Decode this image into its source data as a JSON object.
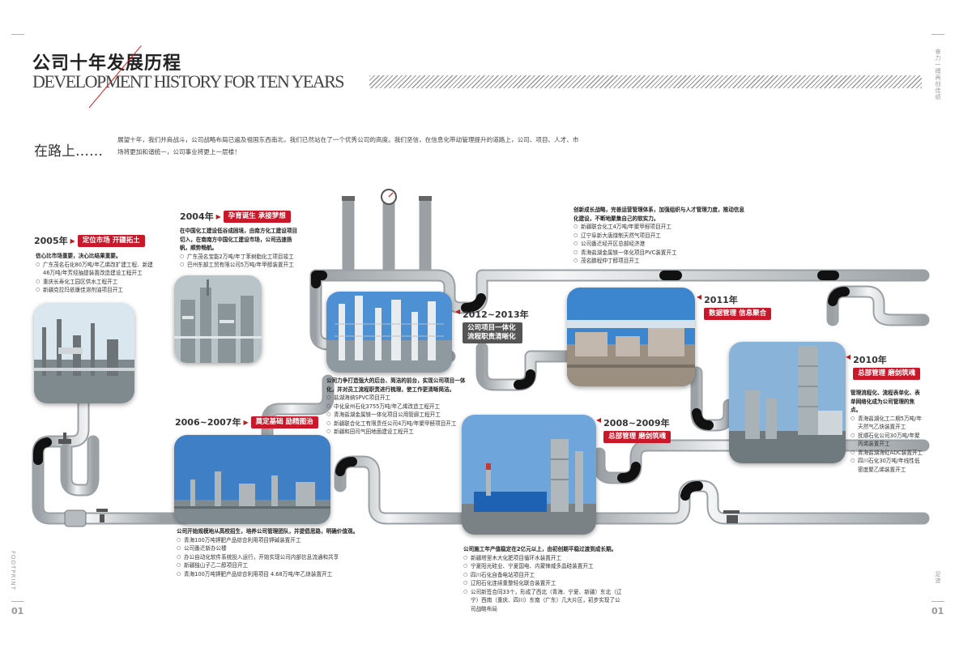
{
  "header": {
    "title_cn": "公司十年发展历程",
    "title_en": "DEVELOPMENT HISTORY FOR TEN YEARS",
    "side_right": "奋力一搏再创佳绩",
    "side_left": "FOOTPRINT",
    "side_right_bottom": "足迹",
    "page_left": "01",
    "page_right": "01"
  },
  "intro": {
    "heading": "在路上……",
    "text": "展望十年，我们并肩战斗，公司战略布局已遍及祖国东西南北，我们已然站在了一个优秀公司的高度。我们坚信，在信息化带动管理提升的道路上，公司、项目、人才、市场将更加和谐统一，公司事业将更上一层楼！"
  },
  "colors": {
    "accent": "#c8182a",
    "pipe": "#cfd3d6",
    "pipe_dark": "#111111"
  },
  "timeline": [
    {
      "year": "2005年",
      "badge": "定位市场 开疆拓土",
      "lead": "信心比市场重要，决心比结果重要。",
      "items": [
        "广东茂名石化80万吨/年乙烯改扩建工程、新建46万吨/年芳烃抽提装置改造建设工程开工",
        "重庆长寿化工园区供水工程开工",
        "新疆克拉玛依康佳溶剂油项目开工"
      ]
    },
    {
      "year": "2004年",
      "badge": "孕育诞生 承接梦想",
      "lead": "在中国化工建设低谷成困境，由南方化工建设项目切入，在南南方中国化工建设市场，公司迅速扬帆，顺势畅航。",
      "items": [
        "广东茂名宝能2万吨/年丁苯树脂化工项目竣工",
        "巴州东部工贸有限公司5万吨/年甲醇装置开工"
      ]
    },
    {
      "year": "2012~2013年",
      "badge": "公司项目一体化 流程职责清晰化",
      "lead": "公司力争打造强大的后台、简洁的前台，实现公司项目一体化，并对员工流程职责进行梳理，使工作更清晰简洁。",
      "items": [
        "盐湖海纳SPVC项目开工",
        "中化泉州石化3755万吨/年乙烯改造工程开工",
        "青海盐湖金属镁一体化项目公用管廊工程开工",
        "新疆联合化工有限责任公司4万吨/年聚甲醛项目开工",
        "新疆和田司气田地面建设工程开工"
      ]
    },
    {
      "year": "2011年",
      "badge": "数据管理 信息聚合",
      "lead": "创新成长战略，完善运营管理体系，加强组织与人才管理力度，推动信息化建设，不断地聚集自己的软实力。",
      "items": [
        "新疆联合化工4万吨/年聚甲醛项目开工",
        "辽宁阜新大唐煤制天然气项目开工",
        "公司番迁经开区总部经济港",
        "青海盐湖金属镁一体化项目PVC装置开工",
        "茂名鹏程仲丁醇项目开工"
      ]
    },
    {
      "year": "2010年",
      "badge": "总部管理 磨剑筑魂",
      "lead": "管理流程化、流程表单化、表单网络化成为公司管理的焦点。",
      "items": [
        "青海盐湖化工二期5万吨/年天然气乙炔装置开工",
        "抚顺石化公司30万吨/年聚丙烯装置开工",
        "青海盐湖海虹ADC装置开工",
        "四川石化30万吨/年线性低密度聚乙烯装置开工"
      ]
    },
    {
      "year": "2008~2009年",
      "badge": "总部管理 磨剑筑魂",
      "lead": "公司施工年产值稳定在2亿元以上，由初创期平稳过渡到成长期。",
      "items": [
        "新疆塔里木大化肥项目循环水装置开工",
        "宁夏阳光硅业、宁夏国电、内蒙锋威多晶硅装置开工",
        "四川石化自备电站项目开工",
        "辽阳石化连续重整轻化联合装置开工",
        "公司新签合同33个，形成了西北（青海、宁夏、新疆）东北（辽宁）西南（重庆、四川）东南（广东）几大片区，初步实现了公司战略布局"
      ]
    },
    {
      "year": "2006~2007年",
      "badge": "奠定基础 励精图治",
      "lead": "公司开始规模地从高校招生，培养公司管理团队，并提倡思路，明确价值观。",
      "items": [
        "青海100万吨钾肥产品综合利用项目钾碱装置开工",
        "公司番迁新办公楼",
        "办公自动化软件系统投入运行，开始实现公司内部信息流通和共享",
        "新疆独山子乙二醇项目开工",
        "青海100万吨钾肥产品综合利用项目 4.68万吨/年乙炔装置开工"
      ]
    }
  ]
}
